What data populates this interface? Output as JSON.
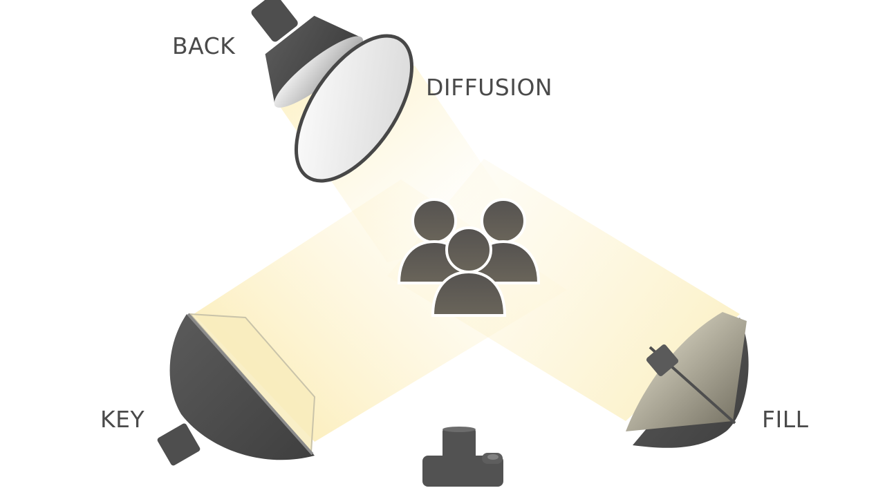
{
  "labels": {
    "back": "BACK",
    "diffusion": "DIFFUSION",
    "key": "KEY",
    "fill": "FILL"
  },
  "icons": {
    "back_light": "spotlight-icon",
    "diffusion": "diffusion-panel-icon",
    "subjects": "people-group-icon",
    "key_light": "softbox-icon",
    "fill_light": "umbrella-light-icon",
    "camera": "camera-icon"
  },
  "colors": {
    "equipment": "#4a4a4a",
    "beam": "#fdf1c4",
    "text": "#4a4a4a",
    "background": "#ffffff"
  }
}
